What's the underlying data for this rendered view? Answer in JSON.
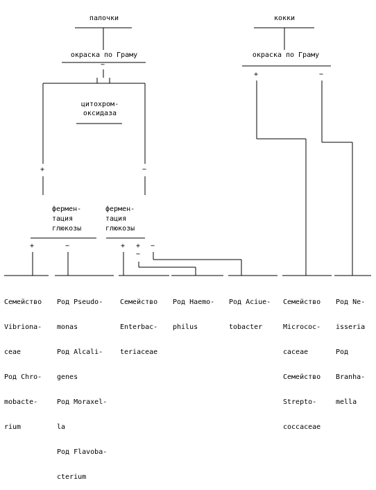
{
  "branch_rods": {
    "title": "палочки",
    "stain": "окраска по Граму",
    "sign_minus": "−"
  },
  "branch_cocci": {
    "title": "кокки",
    "stain": "окраска по Граму",
    "sign_plus": "+",
    "sign_minus": "−"
  },
  "oxidase": {
    "lines": [
      "цитохром-",
      "оксидаза"
    ],
    "sign_plus": "+",
    "sign_minus": "−"
  },
  "ferm_left": {
    "lines": [
      "фермен-",
      "тация",
      "глюкозы"
    ],
    "sign_plus": "+",
    "sign_minus": "−"
  },
  "ferm_right": {
    "lines": [
      "фермен-",
      "тация",
      "глюкозы"
    ],
    "sign_plus": "+",
    "sign_plus2": "+",
    "sign_minus": "−",
    "sign_minus2": "−"
  },
  "results": [
    {
      "lines": [
        "Семейство",
        "Vibriona-",
        "ceae",
        "Род Chro-",
        "mobacte-",
        "rium"
      ]
    },
    {
      "lines": [
        "Род Pseudo-",
        "monas",
        "Род Alcali-",
        "genes",
        "Род Moraxel-",
        "la",
        "Род Flavoba-",
        "cterium"
      ]
    },
    {
      "lines": [
        "Семейство",
        "Enterbac-",
        "teriaceae"
      ]
    },
    {
      "lines": [
        "Род Haemo-",
        "philus"
      ]
    },
    {
      "lines": [
        "Род Aciue-",
        "tobacter"
      ]
    },
    {
      "lines": [
        "Семейство",
        "Micrococ-",
        "caceae",
        "Семейство",
        "Strepto-",
        "coccaceae"
      ]
    },
    {
      "lines": [
        "Род Ne-",
        "isseria",
        "Род",
        "Branha-",
        "mella"
      ]
    }
  ],
  "colors": {
    "ink": "#000000",
    "background": "#ffffff"
  }
}
